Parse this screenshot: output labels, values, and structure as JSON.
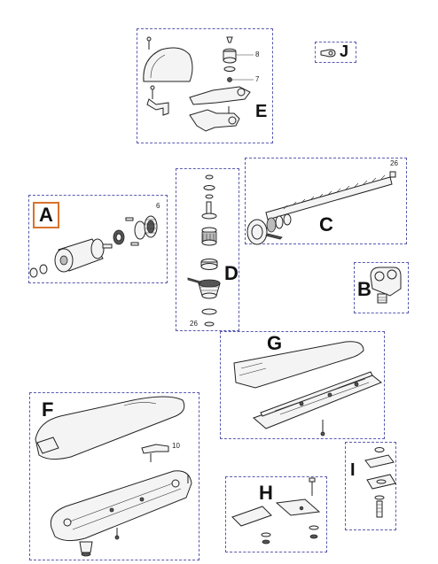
{
  "groups": {
    "a": {
      "letter": "A",
      "parts": [
        "6"
      ]
    },
    "b": {
      "letter": "B"
    },
    "c": {
      "letter": "C",
      "parts": [
        "26"
      ]
    },
    "d": {
      "letter": "D",
      "parts": [
        "26"
      ]
    },
    "e": {
      "letter": "E",
      "parts": [
        "8",
        "7"
      ]
    },
    "f": {
      "letter": "F",
      "parts": [
        "10"
      ]
    },
    "g": {
      "letter": "G"
    },
    "h": {
      "letter": "H"
    },
    "i": {
      "letter": "I"
    },
    "j": {
      "letter": "J"
    }
  },
  "colors": {
    "group_border": "#5b5bb0",
    "highlight": "#d9722e",
    "ink": "#222222"
  }
}
